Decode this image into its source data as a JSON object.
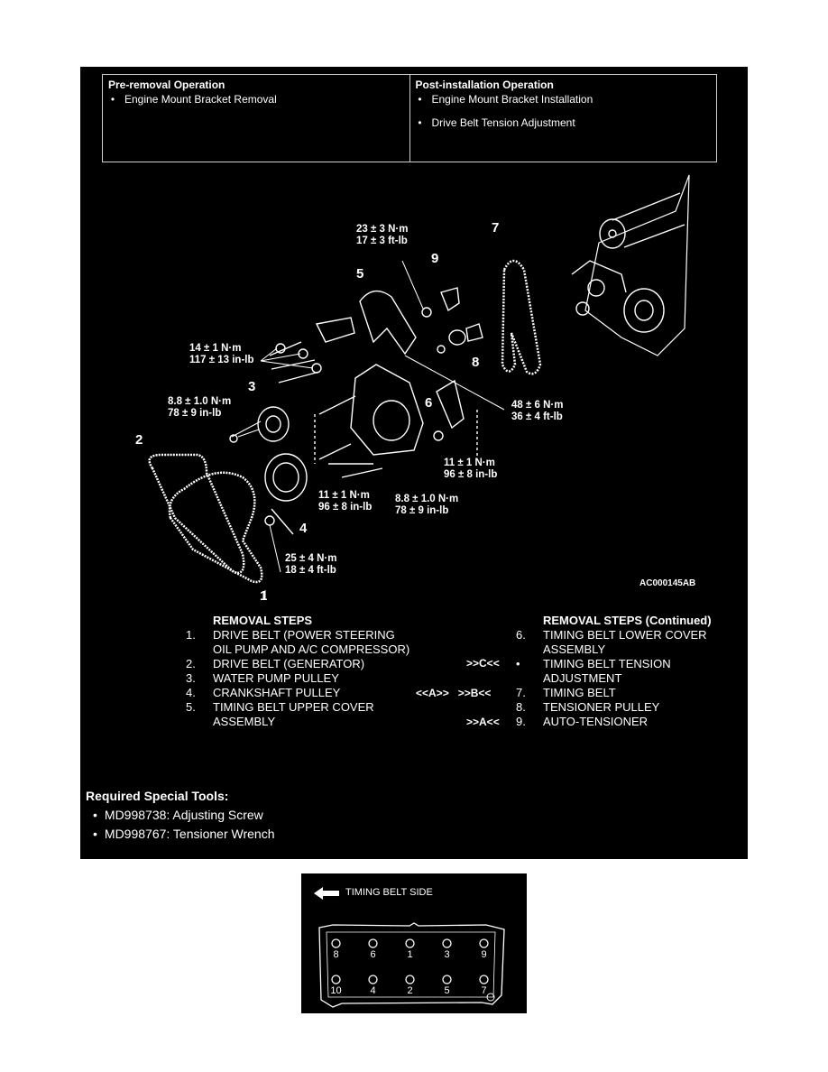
{
  "operations": {
    "pre_title": "Pre-removal Operation",
    "pre_items": [
      "Engine Mount Bracket Removal"
    ],
    "post_title": "Post-installation Operation",
    "post_items": [
      "Engine Mount Bracket Installation",
      "Drive Belt Tension Adjustment"
    ]
  },
  "diagram": {
    "torques": {
      "t9": [
        "23 ± 3 N·m",
        "17 ± 3 ft-lb"
      ],
      "t5": [
        "14 ± 1 N·m",
        "117 ± 13 in-lb"
      ],
      "t3": [
        "8.8 ± 1.0 N·m",
        "78 ± 9 in-lb"
      ],
      "t6": [
        "48 ± 6 N·m",
        "36 ± 4 ft-lb"
      ],
      "t6b": [
        "11 ± 1 N·m",
        "96 ± 8 in-lb"
      ],
      "t6c": [
        "11 ± 1 N·m",
        "96 ± 8 in-lb"
      ],
      "t6d": [
        "8.8 ± 1.0 N·m",
        "78 ± 9 in-lb"
      ],
      "t4": [
        "25 ± 4 N·m",
        "18 ± 4 ft-lb"
      ]
    },
    "numbers": [
      "1",
      "2",
      "3",
      "4",
      "5",
      "6",
      "7",
      "8",
      "9"
    ],
    "code": "AC000145AB"
  },
  "steps_left": {
    "title": "REMOVAL STEPS",
    "rows": [
      {
        "n": "1.",
        "t": "DRIVE BELT (POWER STEERING OIL PUMP AND A/C COMPRESSOR)"
      },
      {
        "n": "2.",
        "t": "DRIVE BELT (GENERATOR)"
      },
      {
        "n": "3.",
        "t": "WATER PUMP PULLEY"
      },
      {
        "n": "4.",
        "t": "CRANKSHAFT PULLEY"
      },
      {
        "n": "5.",
        "t": "TIMING BELT UPPER COVER ASSEMBLY"
      }
    ]
  },
  "steps_right": {
    "title": "REMOVAL STEPS (Continued)",
    "rows": [
      {
        "mark": "",
        "n": "6.",
        "t": "TIMING BELT LOWER COVER ASSEMBLY"
      },
      {
        "mark": ">>C<<",
        "n": "•",
        "t": "TIMING BELT TENSION ADJUSTMENT"
      },
      {
        "mark": "<<A>>   >>B<<",
        "n": "7.",
        "t": "TIMING BELT"
      },
      {
        "mark": "",
        "n": "8.",
        "t": "TENSIONER PULLEY"
      },
      {
        "mark": ">>A<<",
        "n": "9.",
        "t": "AUTO-TENSIONER"
      }
    ]
  },
  "tools": {
    "title": "Required Special Tools:",
    "items": [
      "MD998738: Adjusting Screw",
      "MD998767: Tensioner Wrench"
    ]
  },
  "sequence": {
    "title": "TIMING BELT SIDE",
    "row1": [
      "8",
      "6",
      "1",
      "3",
      "9"
    ],
    "row2": [
      "10",
      "4",
      "2",
      "5",
      "7"
    ]
  }
}
